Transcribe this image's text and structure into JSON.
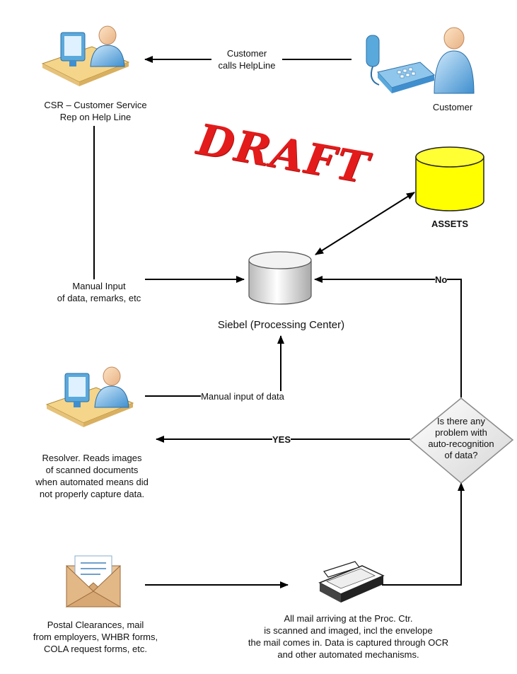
{
  "watermark": "DRAFT",
  "nodes": {
    "csr": "CSR – Customer Service\nRep on Help Line",
    "customer": "Customer",
    "assets": "ASSETS",
    "siebel": "Siebel (Processing Center)",
    "resolver": "Resolver. Reads images\nof scanned documents\nwhen automated means did\nnot properly capture data.",
    "decision": "Is there any\nproblem with\nauto-recognition\nof data?",
    "mail_source": "Postal Clearances, mail\nfrom employers, WHBR forms,\nCOLA request forms, etc.",
    "scanner": "All mail arriving at the Proc. Ctr.\nis scanned and imaged, incl the envelope\nthe mail comes in.  Data is captured through OCR\nand other automated mechanisms."
  },
  "edges": {
    "customer_call": "Customer\ncalls HelpLine",
    "manual_input": "Manual Input\nof data, remarks, etc",
    "manual_input_resolver": "Manual input of data",
    "yes": "YES",
    "no": "No"
  },
  "colors": {
    "assets_fill": "#ffff00",
    "draft": "#e31b1b",
    "person_blue": "#5aa9dc",
    "desk": "#f5d58a"
  },
  "icons": [
    "csr-person-icon",
    "customer-phone-icon",
    "resolver-person-icon",
    "envelope-icon",
    "scanner-icon",
    "assets-database-icon",
    "siebel-database-icon"
  ]
}
